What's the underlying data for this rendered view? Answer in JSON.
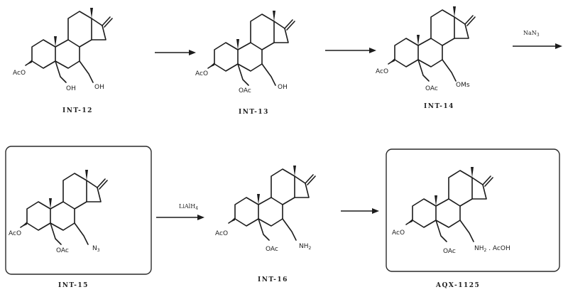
{
  "compounds": [
    {
      "id": "INT-12",
      "label": "INT-12",
      "groups": {
        "left": "AcO",
        "arm1": "OH",
        "arm2": "OH"
      }
    },
    {
      "id": "INT-13",
      "label": "INT-13",
      "groups": {
        "left": "AcO",
        "arm1": "OAc",
        "arm2": "OH"
      }
    },
    {
      "id": "INT-14",
      "label": "INT-14",
      "groups": {
        "left": "AcO",
        "arm1": "OAc",
        "arm2": "OMs"
      }
    },
    {
      "id": "INT-15",
      "label": "INT-15",
      "groups": {
        "left": "AcO",
        "arm1": "OAc",
        "arm2": "N",
        "arm2_sub": "3"
      },
      "boxed": true
    },
    {
      "id": "INT-16",
      "label": "INT-16",
      "groups": {
        "left": "AcO",
        "arm1": "OAc",
        "arm2": "NH",
        "arm2_sub": "2"
      }
    },
    {
      "id": "AQX-1125",
      "label": "AQX-1125",
      "groups": {
        "left": "AcO",
        "arm1": "OAc",
        "arm2": "NH",
        "arm2_sub": "2",
        "arm2_suffix": " . AcOH"
      },
      "boxed": true
    }
  ],
  "reagents": {
    "step3_main": "NaN",
    "step3_sub": "3",
    "step4_main": "LiAlH",
    "step4_sub": "4"
  }
}
